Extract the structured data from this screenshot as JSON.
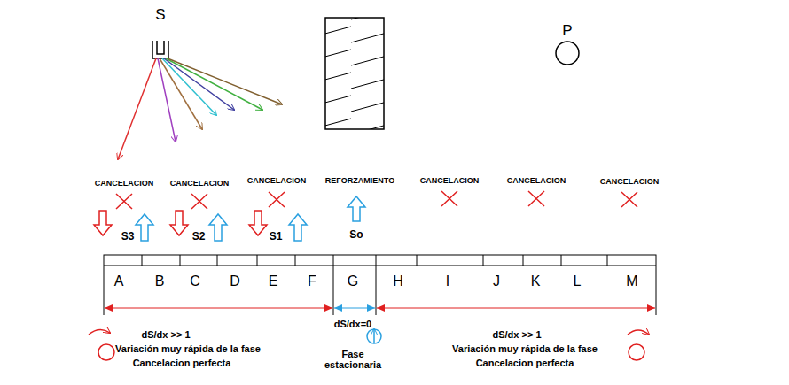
{
  "diagram": {
    "nodes": [
      {
        "text": [
          "S"
        ]
      },
      {
        "text": [
          "P"
        ]
      }
    ],
    "labels": [
      "CANCELACION",
      "CANCELACION",
      "CANCELACION",
      "REFORZAMIENTO",
      "CANCELACION",
      "CANCELACION",
      "CANCELACION",
      "S3",
      "S2",
      "S1",
      "So",
      "A",
      "B",
      "C",
      "D",
      "E",
      "F",
      "G",
      "H",
      "I",
      "J",
      "K",
      "L",
      "M",
      "dS/dx >> 1",
      "Variación muy rápida de la fase",
      "Cancelacion perfecta",
      "dS/dx=0",
      "Fase estacionaria",
      "dS/dx >> 1",
      "Variación muy rápida de la fase",
      "Cancelacion perfecta"
    ]
  }
}
